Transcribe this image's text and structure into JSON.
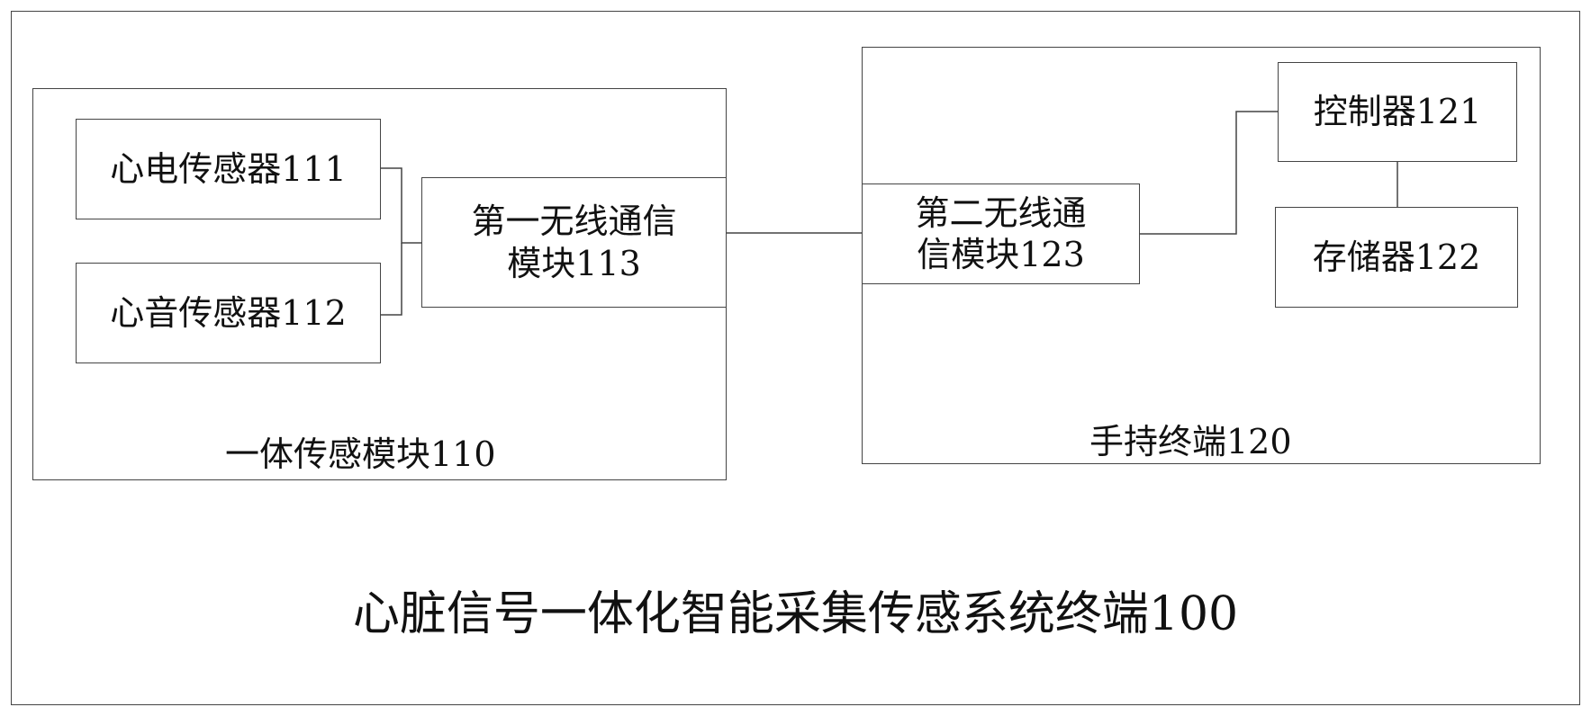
{
  "system": {
    "title": "心脏信号一体化智能采集传感系统终端100"
  },
  "sensing_module": {
    "caption": "一体传感模块110",
    "ecg_sensor": "心电传感器111",
    "pcg_sensor": "心音传感器112",
    "wireless_1": {
      "line1": "第一无线通信",
      "line2": "模块113"
    }
  },
  "handheld_terminal": {
    "caption": "手持终端120",
    "wireless_2": {
      "line1": "第二无线通",
      "line2": "信模块123"
    },
    "controller": "控制器121",
    "storage": "存储器122"
  }
}
